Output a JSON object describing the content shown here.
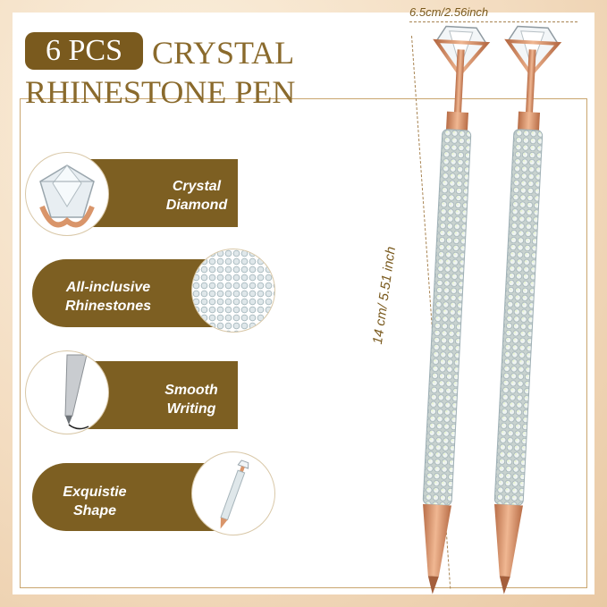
{
  "header": {
    "badge": "6 PCS",
    "title_line1": "CRYSTAL",
    "title_line2": "RHINESTONE PEN"
  },
  "dimensions": {
    "width_label": "6.5cm/2.56inch",
    "length_label": "14 cm/ 5.51 inch"
  },
  "features": [
    {
      "line1": "Crystal",
      "line2": "Diamond",
      "icon": "crystal-diamond-icon"
    },
    {
      "line1": "All-inclusive",
      "line2": "Rhinestones",
      "icon": "rhinestone-texture-icon"
    },
    {
      "line1": "Smooth",
      "line2": "Writing",
      "icon": "pen-tip-icon"
    },
    {
      "line1": "Exquistie",
      "line2": "Shape",
      "icon": "pen-shape-icon"
    }
  ],
  "colors": {
    "accent_brown": "#7d5f22",
    "rose_gold": "#d9956a",
    "title_gold": "#8a6a2c"
  }
}
